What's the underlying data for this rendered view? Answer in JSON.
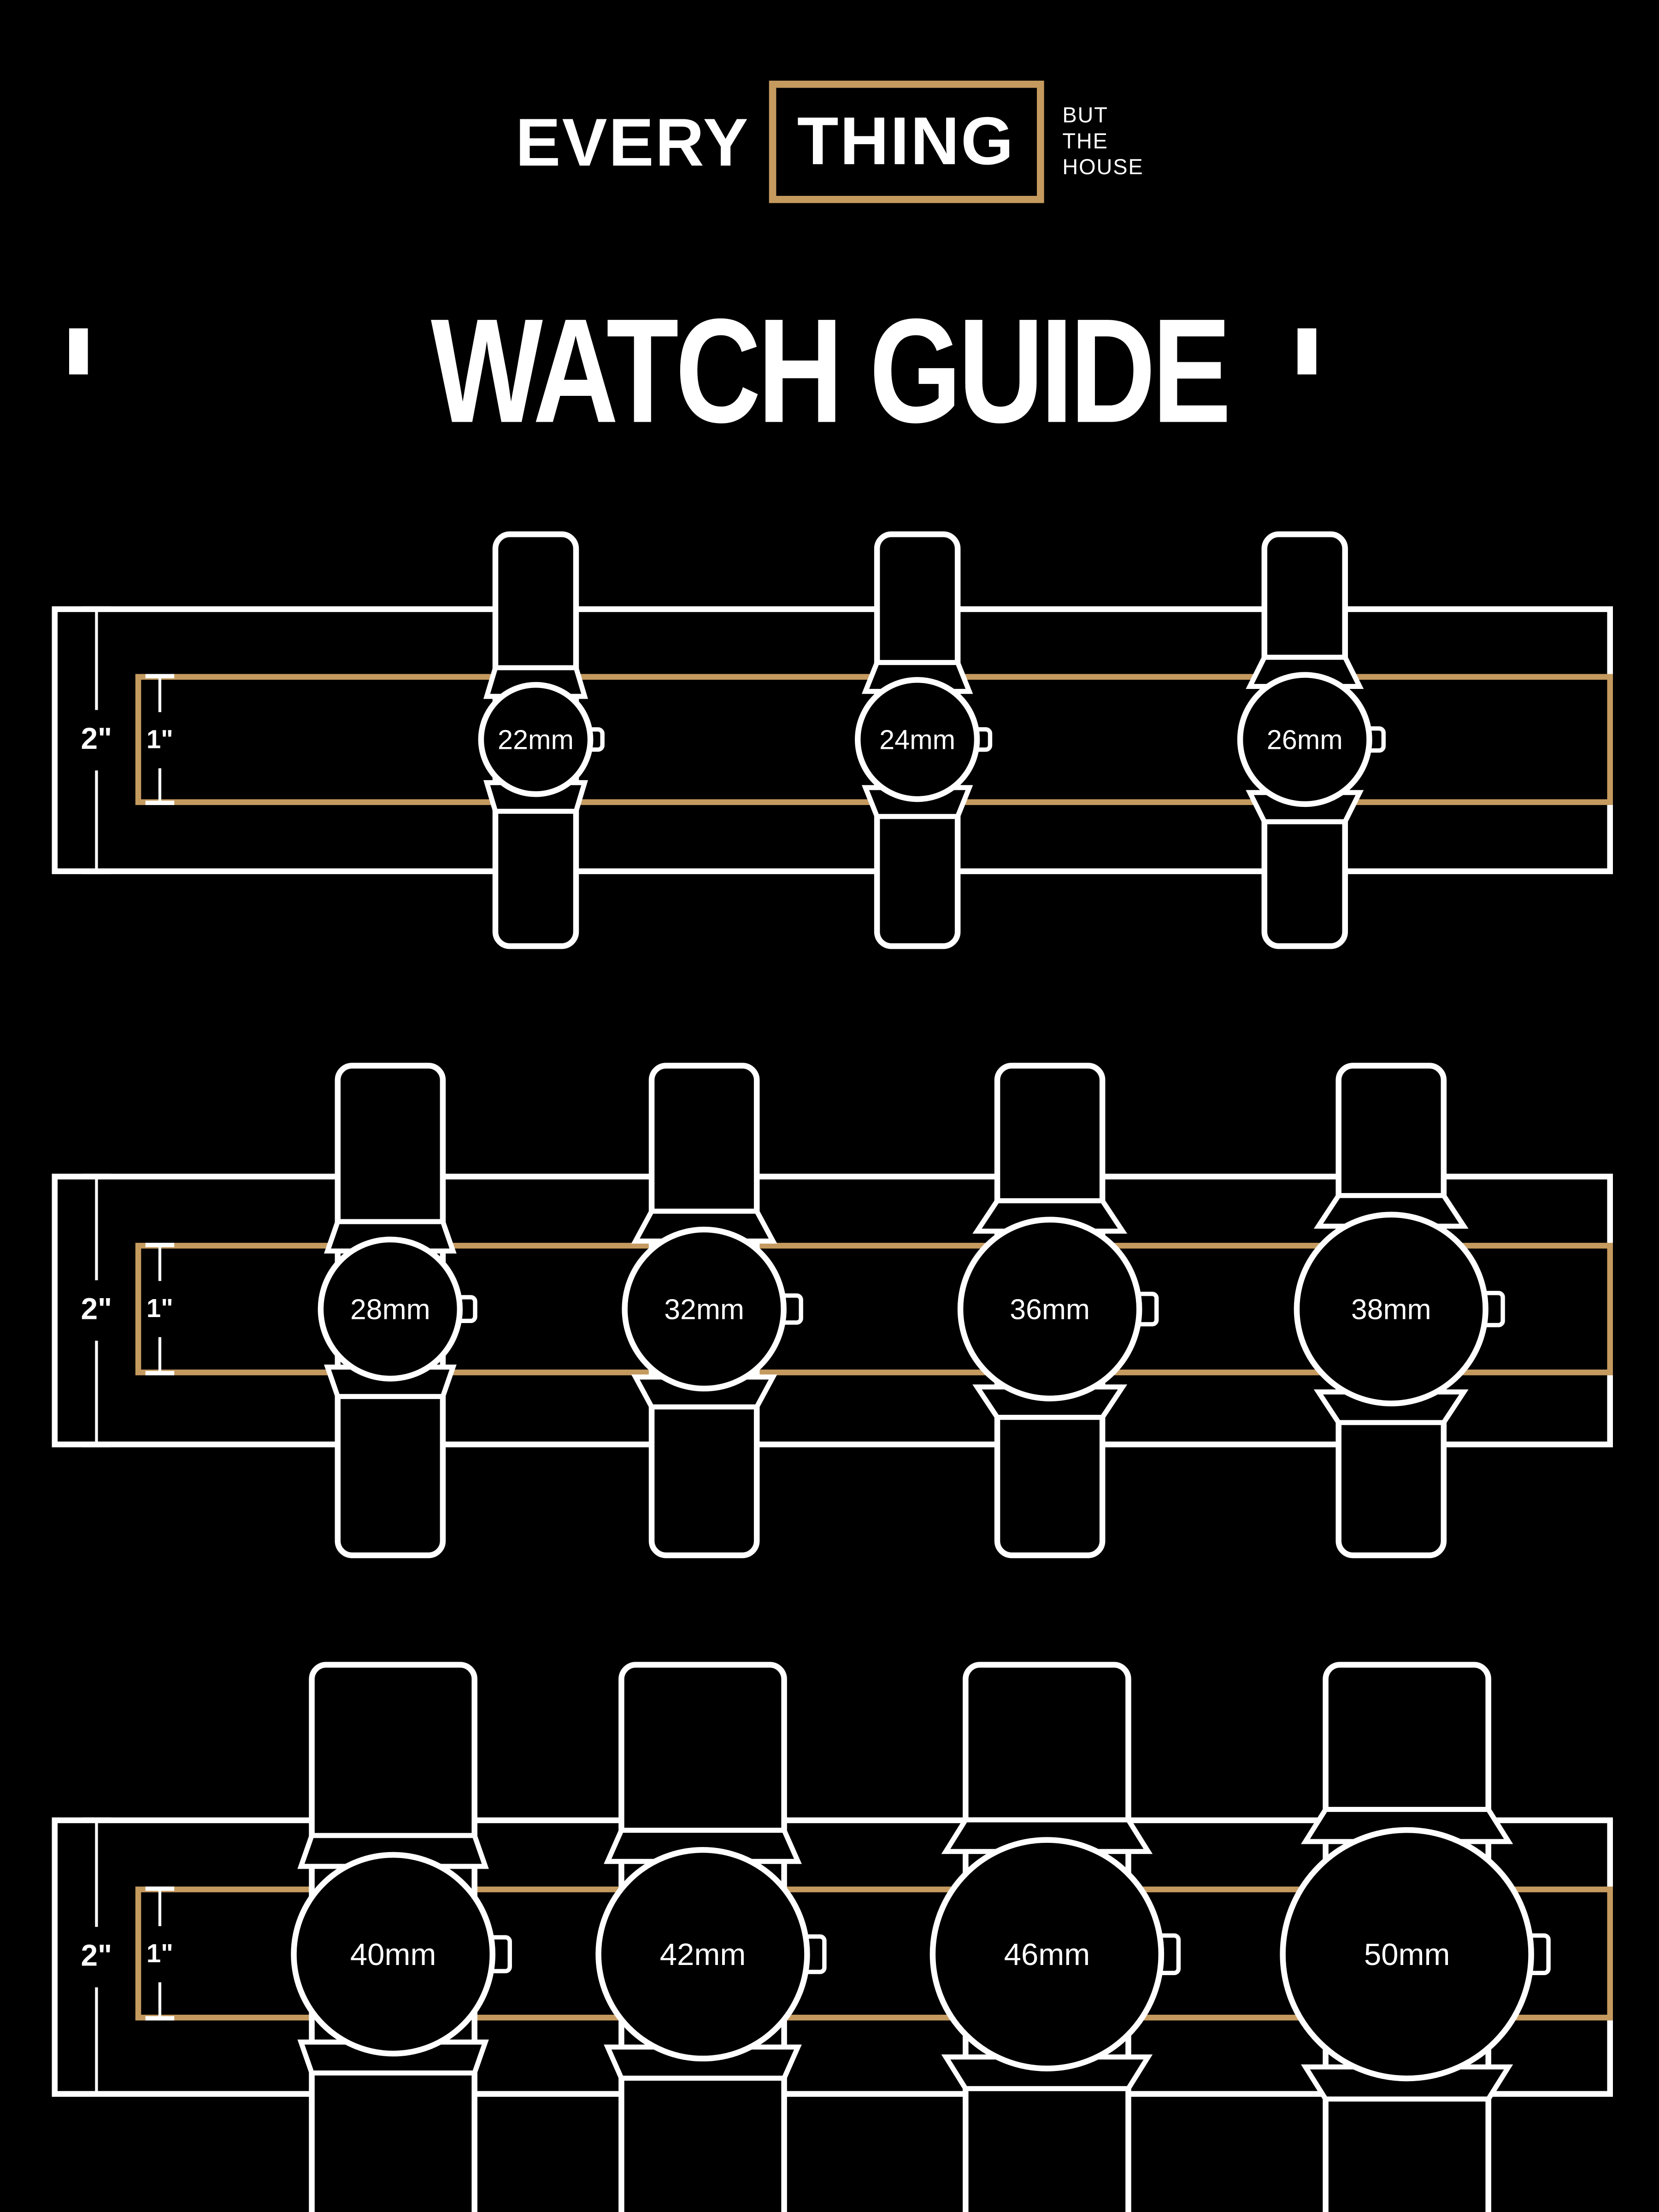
{
  "brand": {
    "word1": "EVERY",
    "word2": "THING",
    "tagline_lines": [
      "BUT",
      "THE",
      "HOUSE"
    ]
  },
  "title": "WATCH GUIDE",
  "dimension_labels": {
    "outer": "2\"",
    "inner": "1\""
  },
  "colors": {
    "background": "#000000",
    "accent_gold": "#C59A5F",
    "line_white": "#FFFFFF"
  },
  "rows": [
    {
      "watches": [
        {
          "size_mm": 22,
          "label": "22mm"
        },
        {
          "size_mm": 24,
          "label": "24mm"
        },
        {
          "size_mm": 26,
          "label": "26mm"
        }
      ]
    },
    {
      "watches": [
        {
          "size_mm": 28,
          "label": "28mm"
        },
        {
          "size_mm": 32,
          "label": "32mm"
        },
        {
          "size_mm": 36,
          "label": "36mm"
        },
        {
          "size_mm": 38,
          "label": "38mm"
        }
      ]
    },
    {
      "watches": [
        {
          "size_mm": 40,
          "label": "40mm"
        },
        {
          "size_mm": 42,
          "label": "42mm"
        },
        {
          "size_mm": 46,
          "label": "46mm"
        },
        {
          "size_mm": 50,
          "label": "50mm"
        }
      ]
    }
  ]
}
